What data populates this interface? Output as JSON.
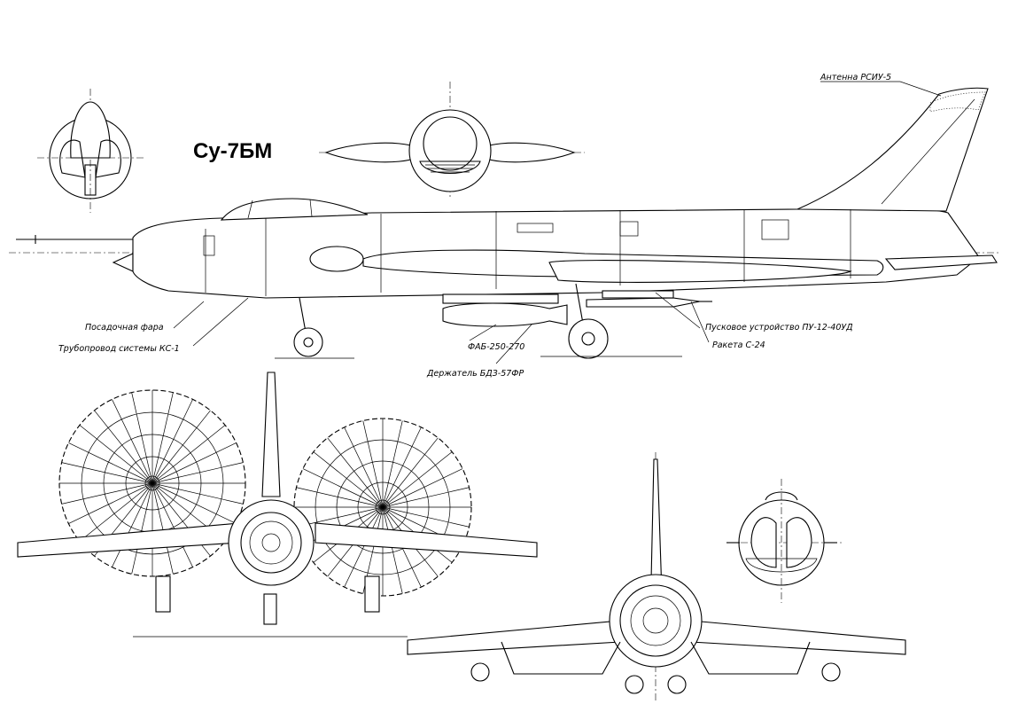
{
  "title": "Су-7БМ",
  "callouts": {
    "antenna": "Антенна РСИУ-5",
    "landing_light": "Посадочная фара",
    "pipeline": "Трубопровод системы КС-1",
    "bomb": "ФАБ-250-270",
    "holder": "Держатель БДЗ-57ФР",
    "launcher": "Пусковое устройство ПУ-12-40УД",
    "rocket": "Ракета С-24"
  },
  "colors": {
    "ink": "#000000",
    "paper": "#ffffff"
  }
}
